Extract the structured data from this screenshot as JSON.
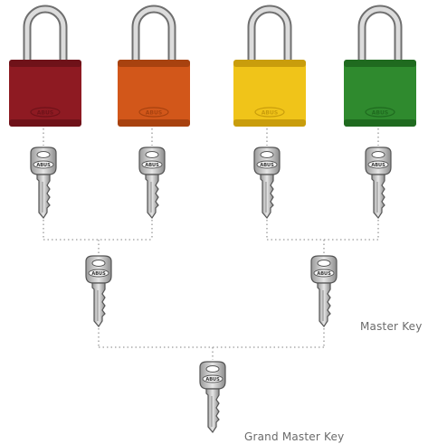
{
  "brand": "ABUS",
  "padlocks": [
    {
      "color": "red",
      "body": "#8e1a22",
      "shade": "#6f1219",
      "engraving": "ABUS"
    },
    {
      "color": "orange",
      "body": "#d2571a",
      "shade": "#a8420f",
      "engraving": "ABUS"
    },
    {
      "color": "yellow",
      "body": "#f0c419",
      "shade": "#c99d0c",
      "engraving": "ABUS"
    },
    {
      "color": "green",
      "body": "#2f8a2e",
      "shade": "#1f6a1f",
      "engraving": "ABUS"
    }
  ],
  "key_levels": {
    "individual_count": 4,
    "master_count": 2,
    "grand_master_count": 1
  },
  "labels": {
    "master": "Master Key",
    "grand_master": "Grand Master Key"
  }
}
